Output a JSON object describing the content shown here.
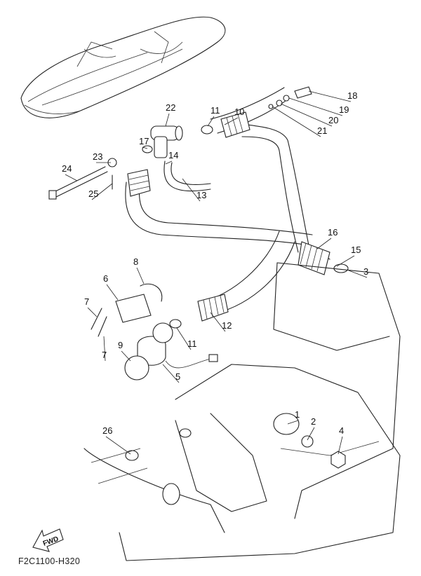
{
  "diagram_code": "F2C1100-H320",
  "fwd_label": "FWD",
  "callouts": [
    "18",
    "19",
    "20",
    "21",
    "22",
    "11",
    "10",
    "17",
    "14",
    "23",
    "24",
    "25",
    "13",
    "16",
    "15",
    "3",
    "8",
    "6",
    "7",
    "12",
    "11",
    "7",
    "9",
    "5",
    "1",
    "2",
    "4",
    "26"
  ]
}
